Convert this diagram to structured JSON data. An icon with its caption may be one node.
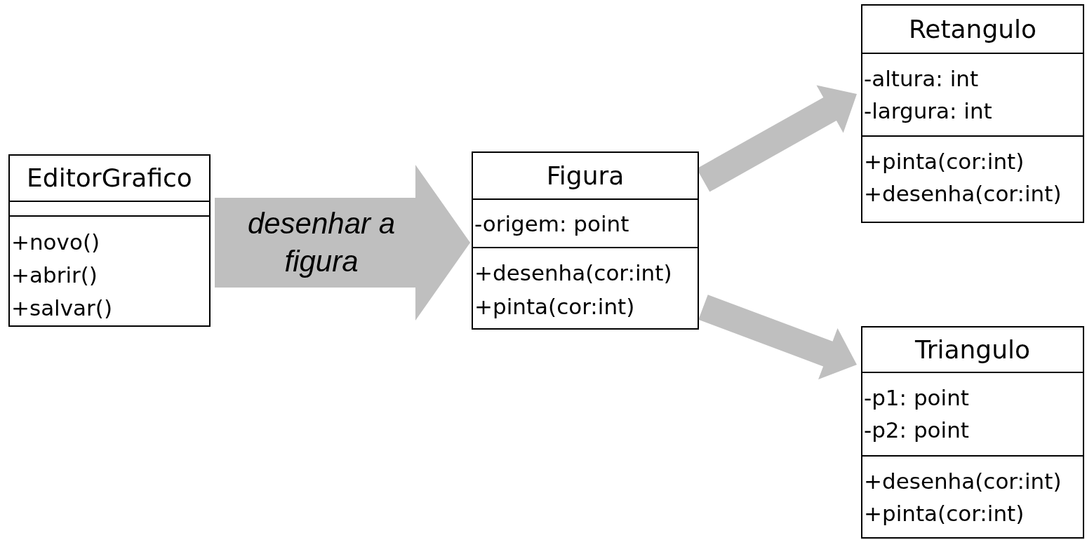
{
  "diagram": {
    "nodes": [
      {
        "text": [
          "EditorGrafico",
          "+novo()",
          "+abrir()",
          "+salvar()"
        ]
      },
      {
        "text": [
          "Figura",
          "-origem: point",
          "+desenha(cor:int)",
          "+pinta(cor:int)"
        ]
      },
      {
        "text": [
          "Retangulo",
          "-altura: int",
          "-largura: int",
          "+pinta(cor:int)",
          "+desenha(cor:int)"
        ]
      },
      {
        "text": [
          "Triangulo",
          "-p1: point",
          "-p2: point",
          "+desenha(cor:int)",
          "+pinta(cor:int)"
        ]
      }
    ],
    "edges": [
      {
        "from": 0,
        "to": 1,
        "arrow": "to",
        "label": "desenhar a figura",
        "style": "thick"
      },
      {
        "from": 1,
        "to": 2,
        "arrow": "to",
        "style": "thick"
      },
      {
        "from": 1,
        "to": 3,
        "arrow": "to",
        "style": "thick"
      }
    ]
  }
}
